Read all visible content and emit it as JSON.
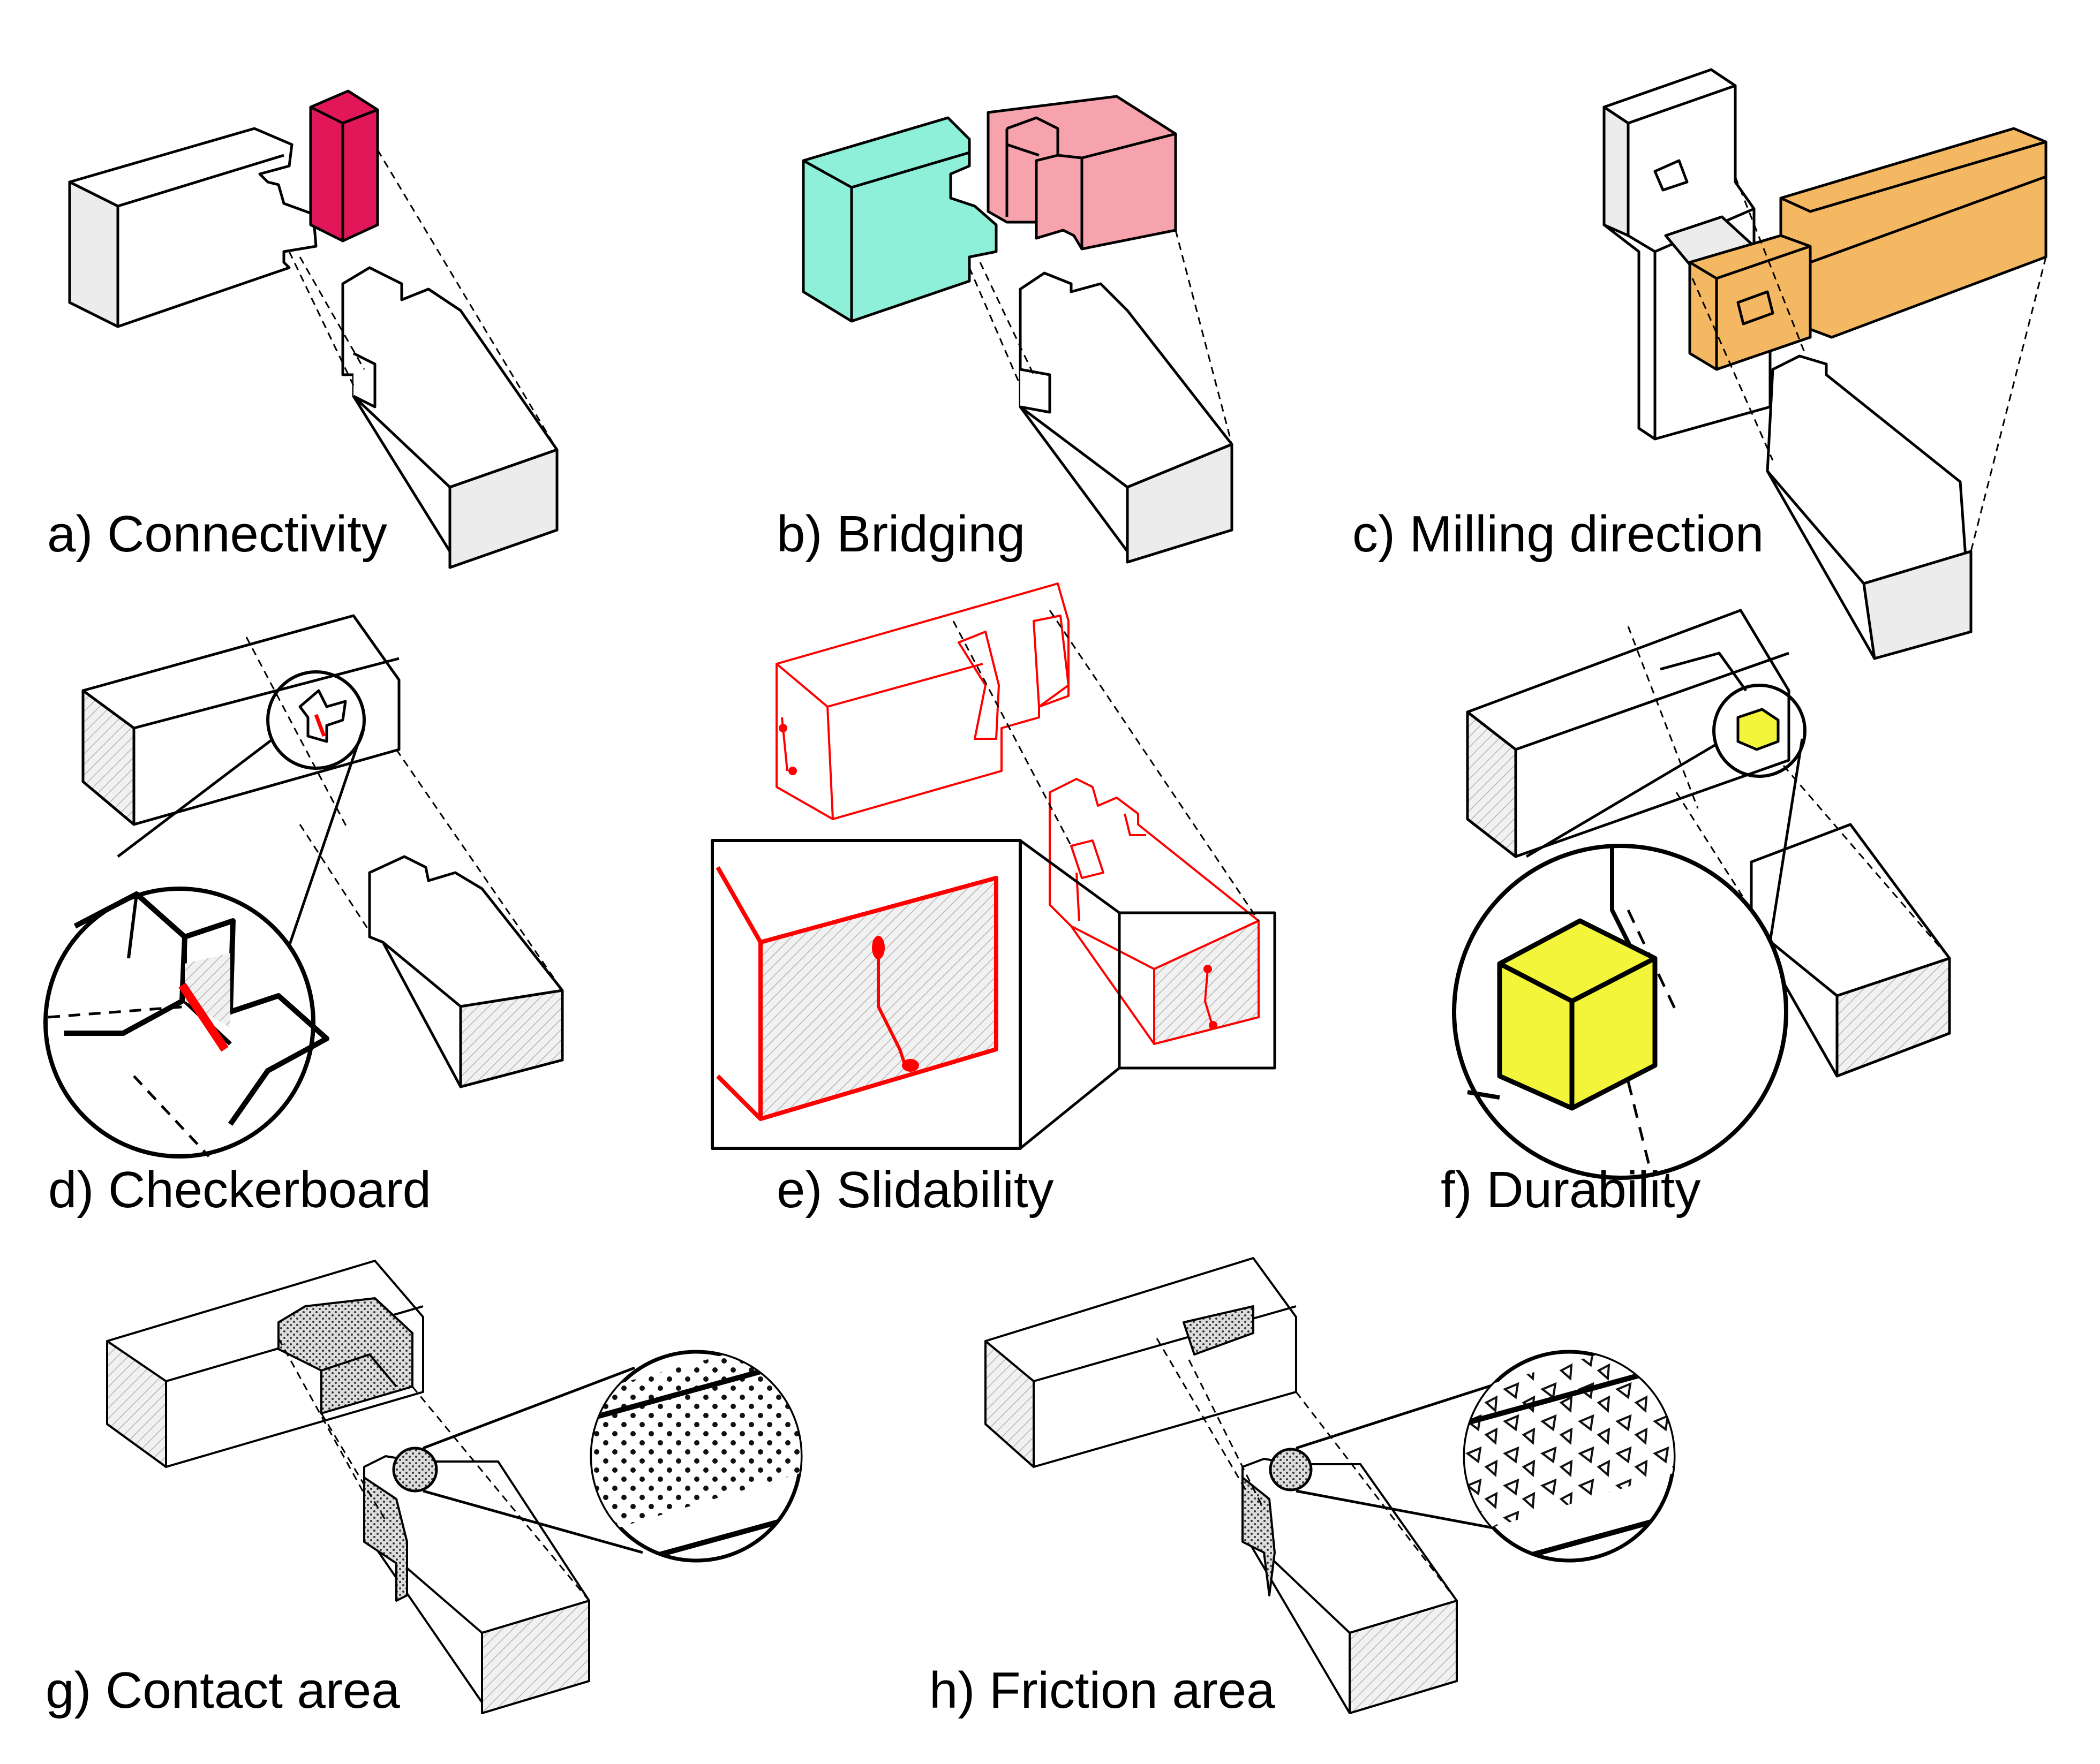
{
  "panels": [
    {
      "id": "a",
      "label": "a) Connectivity"
    },
    {
      "id": "b",
      "label": "b) Bridging"
    },
    {
      "id": "c",
      "label": "c) Milling direction"
    },
    {
      "id": "d",
      "label": "d) Checkerboard"
    },
    {
      "id": "e",
      "label": "e) Slidability"
    },
    {
      "id": "f",
      "label": "f) Durability"
    },
    {
      "id": "g",
      "label": "g) Contact area"
    },
    {
      "id": "h",
      "label": "h) Friction area"
    }
  ],
  "colors": {
    "outline": "#000000",
    "shade": "#ececec",
    "connectivity": "#e2175a",
    "bridging_left": "#8ef0d8",
    "bridging_right": "#f6a3ad",
    "milling": "#f5b862",
    "error_red": "#ff0000",
    "durability": "#f2f53a"
  }
}
